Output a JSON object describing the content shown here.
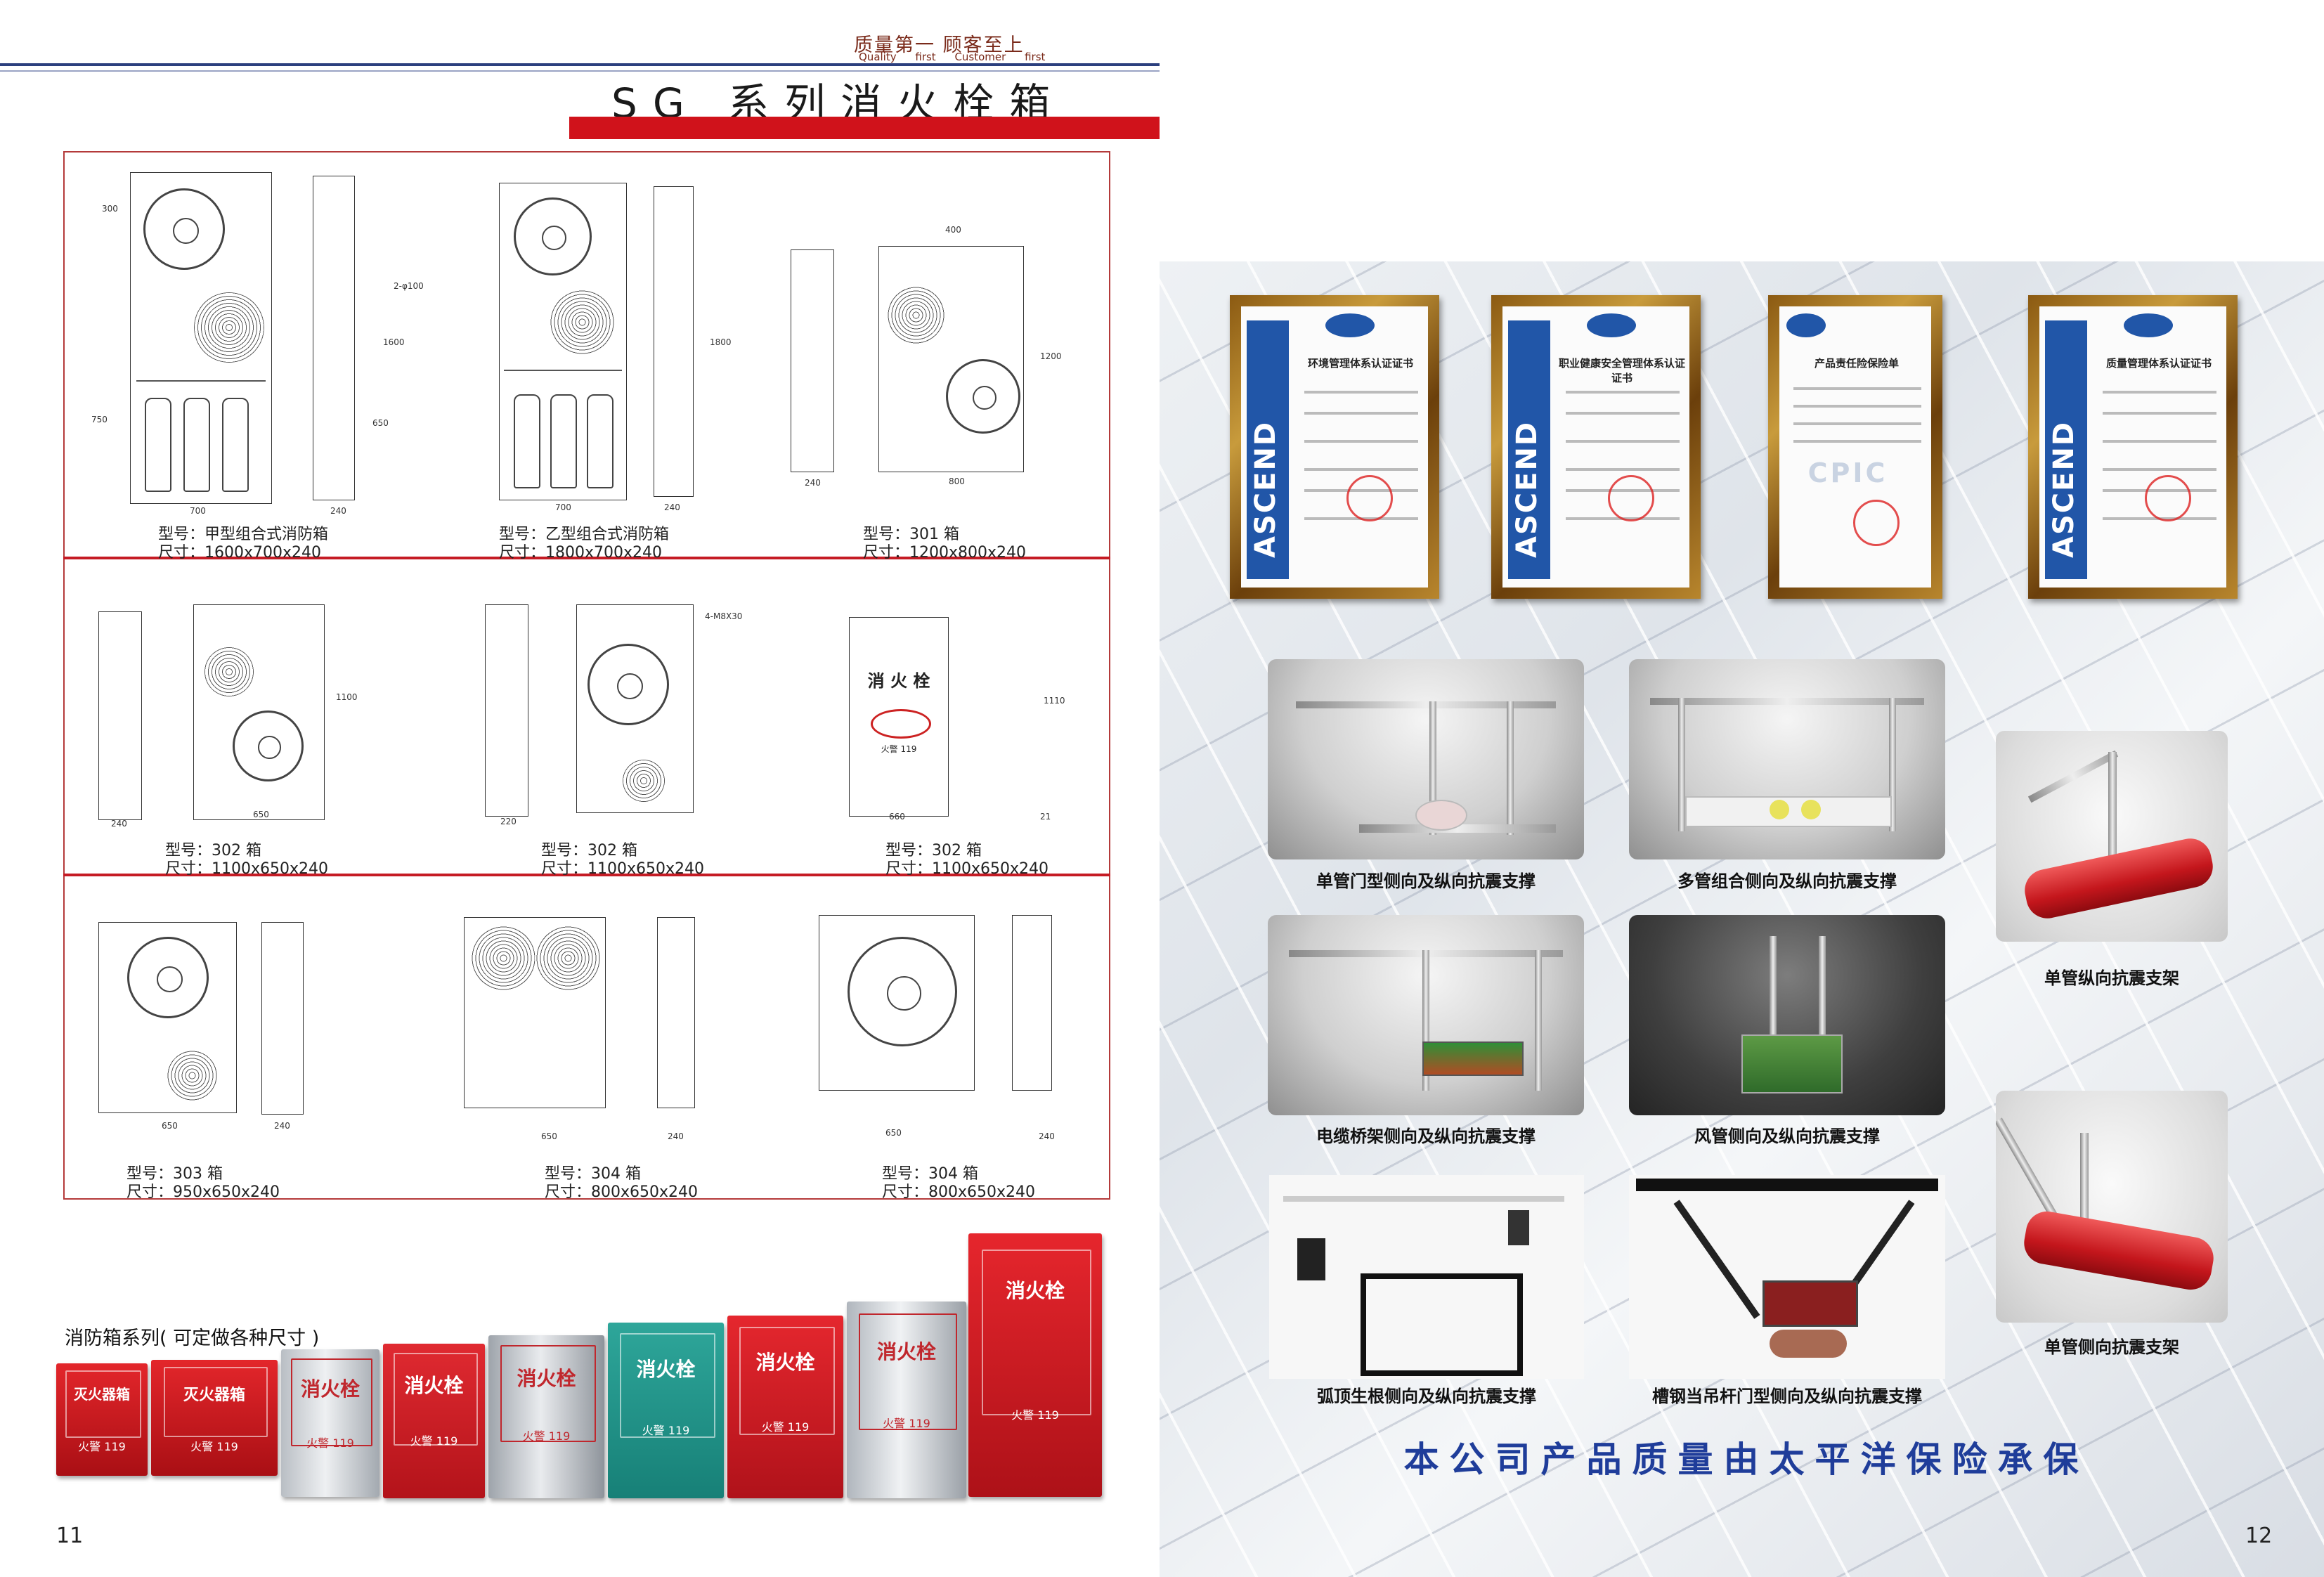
{
  "left_page": {
    "slogan_cn": "质量第一  顾客至上",
    "slogan_en": "Quality first    Customer first",
    "title": "SG 系列消火栓箱",
    "drawings": [
      {
        "model": "型号：甲型组合式消防箱",
        "size": "尺寸：1600x700x240"
      },
      {
        "model": "型号：乙型组合式消防箱",
        "size": "尺寸：1800x700x240"
      },
      {
        "model": "型号：301 箱",
        "size": "尺寸：1200x800x240"
      },
      {
        "model": "型号：302 箱",
        "size": "尺寸：1100x650x240"
      },
      {
        "model": "型号：302 箱",
        "size": "尺寸：1100x650x240"
      },
      {
        "model": "型号：302 箱",
        "size": "尺寸：1100x650x240"
      },
      {
        "model": "型号：303 箱",
        "size": "尺寸：950x650x240"
      },
      {
        "model": "型号：304 箱",
        "size": "尺寸：800x650x240"
      },
      {
        "model": "型号：304 箱",
        "size": "尺寸：800x650x240"
      }
    ],
    "dims": {
      "d1_w": "700",
      "d1_s": "240",
      "d1_h": "1600",
      "d1_a": "300",
      "d1_b": "750",
      "d1_c": "650",
      "d1_pipe": "2-φ100",
      "d2_w": "700",
      "d2_s": "240",
      "d2_h": "1800",
      "d3_w": "800",
      "d3_s": "240",
      "d3_h": "1200",
      "d3_a": "400",
      "d4_w": "650",
      "d4_s": "240",
      "d4_h": "1100",
      "d5_s": "220",
      "d5_bolt": "4-M8X30",
      "d6_w": "660",
      "d6_h": "1110",
      "d6_a": "21",
      "d7_w": "650",
      "d7_s": "240",
      "d8_w": "650",
      "d8_s": "240",
      "d9_w": "650",
      "d9_s": "240"
    },
    "plate_text": "消 火 栓",
    "plate_sub": "火警 119",
    "cabinet_series": "消防箱系列( 可定做各种尺寸 )",
    "cabinets": [
      {
        "label": "灭火器箱",
        "sub": "火警 119"
      },
      {
        "label": "灭火器箱",
        "sub": "火警 119"
      },
      {
        "label": "消火栓",
        "sub": "火警 119"
      },
      {
        "label": "消火栓",
        "sub": "火警 119"
      },
      {
        "label": "消火栓",
        "sub": "火警 119"
      },
      {
        "label": "消火栓",
        "sub": "火警 119"
      },
      {
        "label": "消火栓",
        "sub": "火警 119"
      },
      {
        "label": "消火栓",
        "sub": "火警 119"
      },
      {
        "label": "消火栓",
        "sub": "火警 119"
      }
    ],
    "page_number": "11"
  },
  "right_page": {
    "certificates": [
      {
        "brand": "ASCEND",
        "heading": "环境管理体系认证证书"
      },
      {
        "brand": "ASCEND",
        "heading": "职业健康安全管理体系认证证书"
      },
      {
        "brand": "CPIC",
        "heading": "产品责任险保险单"
      },
      {
        "brand": "ASCEND",
        "heading": "质量管理体系认证证书"
      }
    ],
    "products": [
      "单管门型侧向及纵向抗震支撑",
      "多管组合侧向及纵向抗震支撑",
      "单管纵向抗震支架",
      "电缆桥架侧向及纵向抗震支撑",
      "风管侧向及纵向抗震支撑",
      "弧顶生根侧向及纵向抗震支撑",
      "槽钢当吊杆门型侧向及纵向抗震支撑",
      "单管侧向抗震支架"
    ],
    "guarantee": "本公司产品质量由太平洋保险承保",
    "page_number": "12"
  },
  "colors": {
    "accent_red": "#d0121b",
    "navy": "#2b3f7e",
    "cert_blue": "#2156a8",
    "guarantee_blue": "#1f3d9a"
  }
}
